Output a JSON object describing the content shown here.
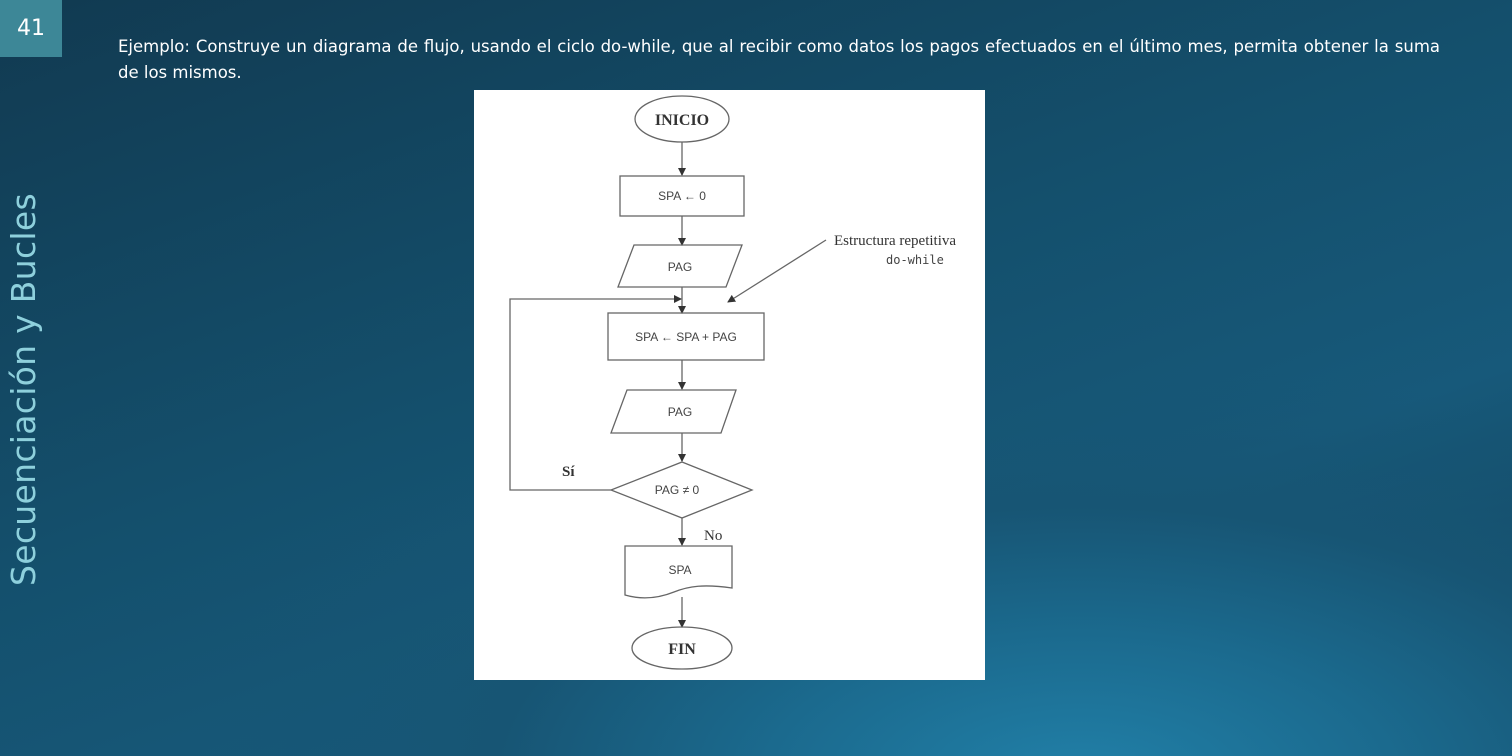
{
  "slide": {
    "number": "41",
    "side_title": "Secuenciación y Bucles",
    "body_text": "Ejemplo: Construye un diagrama de flujo, usando el ciclo do-while, que al recibir como datos los pagos efectuados en el último mes, permita obtener la suma de los mismos."
  },
  "flowchart": {
    "start": "INICIO",
    "init": "SPA ← 0",
    "input1": "PAG",
    "accumulate": "SPA ← SPA + PAG",
    "input2": "PAG",
    "condition": "PAG ≠ 0",
    "yes_label": "Sí",
    "no_label": "No",
    "output": "SPA",
    "end": "FIN",
    "annotation_line1": "Estructura repetitiva",
    "annotation_line2": "do-while"
  },
  "colors": {
    "accent_box": "#3d8797",
    "side_title": "#8ed0dc",
    "diagram_stroke": "#555555"
  }
}
